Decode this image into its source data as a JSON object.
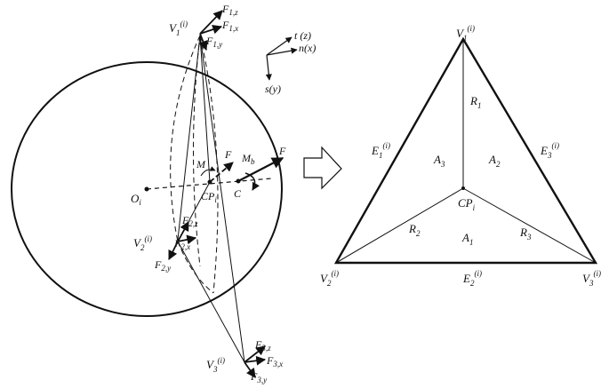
{
  "left_diagram": {
    "vertices": [
      {
        "base": "V",
        "sub": "1",
        "sup": "(i)"
      },
      {
        "base": "V",
        "sub": "2",
        "sup": "(i)"
      },
      {
        "base": "V",
        "sub": "3",
        "sup": "(i)"
      }
    ],
    "forces": {
      "v1": [
        {
          "base": "F",
          "sub": "1,z"
        },
        {
          "base": "F",
          "sub": "1,x"
        },
        {
          "base": "F",
          "sub": "1,y"
        }
      ],
      "v2": [
        {
          "base": "F",
          "sub": "2,z"
        },
        {
          "base": "F",
          "sub": "2,x"
        },
        {
          "base": "F",
          "sub": "2,y"
        }
      ],
      "v3": [
        {
          "base": "F",
          "sub": "3,z"
        },
        {
          "base": "F",
          "sub": "3,x"
        },
        {
          "base": "F",
          "sub": "3,y"
        }
      ]
    },
    "axes": {
      "t": "t (z)",
      "n": "n(x)",
      "s": "s(y)"
    },
    "center": {
      "base": "O",
      "sub": "i"
    },
    "contact_point": {
      "base": "CP",
      "sub": "i"
    },
    "point_c": "C",
    "moment_m": "M",
    "moment_mb": {
      "base": "M",
      "sub": "b"
    },
    "force_f_inner": "F",
    "force_f_outer": "F"
  },
  "right_diagram": {
    "vertices": [
      {
        "base": "V",
        "sub": "1",
        "sup": "(i)"
      },
      {
        "base": "V",
        "sub": "2",
        "sup": "(i)"
      },
      {
        "base": "V",
        "sub": "3",
        "sup": "(i)"
      }
    ],
    "edges": [
      {
        "base": "E",
        "sub": "1",
        "sup": "(i)"
      },
      {
        "base": "E",
        "sub": "2",
        "sup": "(i)"
      },
      {
        "base": "E",
        "sub": "3",
        "sup": "(i)"
      }
    ],
    "radii": [
      {
        "base": "R",
        "sub": "1"
      },
      {
        "base": "R",
        "sub": "2"
      },
      {
        "base": "R",
        "sub": "3"
      }
    ],
    "areas": [
      {
        "base": "A",
        "sub": "1"
      },
      {
        "base": "A",
        "sub": "2"
      },
      {
        "base": "A",
        "sub": "3"
      }
    ],
    "contact_point": {
      "base": "CP",
      "sub": "i"
    }
  }
}
